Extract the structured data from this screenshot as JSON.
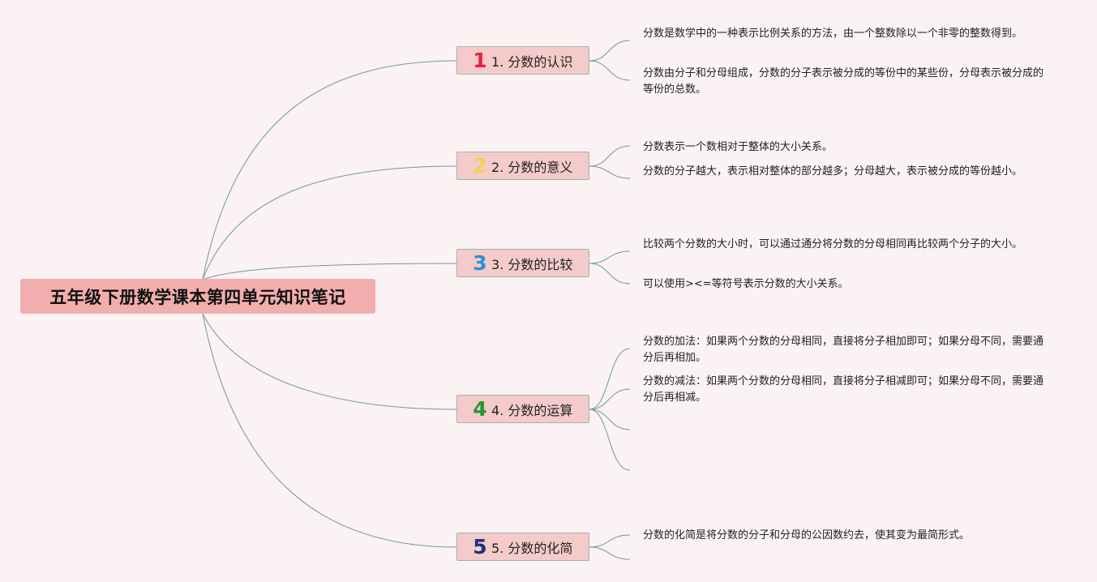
{
  "root": {
    "title": "五年级下册数学课本第四单元知识笔记"
  },
  "colors": {
    "link": "#6e9c8f",
    "root_bg": "#f2aeae",
    "topic_bg": "#f4cbc9"
  },
  "topics": [
    {
      "marker": "1",
      "marker_color": "#e6213a",
      "title": "1. 分数的认识",
      "notes": [
        "分数是数学中的一种表示比例关系的方法，由一个整数除以一个非零的整数得到。",
        "分数由分子和分母组成，分数的分子表示被分成的等份中的某些份，分母表示被分成的等份的总数。"
      ]
    },
    {
      "marker": "2",
      "marker_color": "#f3d24e",
      "title": "2. 分数的意义",
      "notes": [
        "分数表示一个数相对于整体的大小关系。",
        "分数的分子越大，表示相对整体的部分越多；分母越大，表示被分成的等份越小。"
      ]
    },
    {
      "marker": "3",
      "marker_color": "#2d8fd5",
      "title": "3. 分数的比较",
      "notes": [
        "比较两个分数的大小时，可以通过通分将分数的分母相同再比较两个分子的大小。",
        "可以使用><=等符号表示分数的大小关系。"
      ]
    },
    {
      "marker": "4",
      "marker_color": "#1f9a34",
      "title": "4. 分数的运算",
      "notes": [
        "分数的加法：如果两个分数的分母相同，直接将分子相加即可；如果分母不同，需要通分后再相加。",
        "分数的减法：如果两个分数的分母相同，直接将分子相减即可；如果分母不同，需要通分后再相减。",
        "",
        ""
      ]
    },
    {
      "marker": "5",
      "marker_color": "#1d2f86",
      "title": "5. 分数的化简",
      "notes": [
        "分数的化简是将分数的分子和分母的公因数约去，使其变为最简形式。",
        ""
      ]
    }
  ]
}
